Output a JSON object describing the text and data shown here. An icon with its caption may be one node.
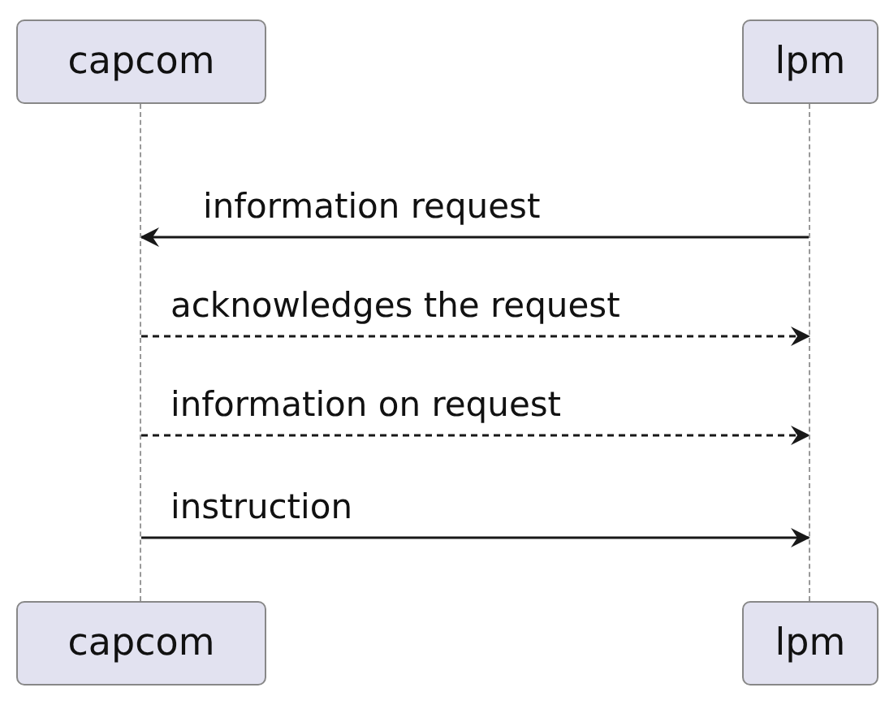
{
  "diagram": {
    "nodes": [
      {
        "text": [
          "capcom"
        ]
      },
      {
        "text": [
          "lpm"
        ]
      },
      {
        "text": [
          "capcom"
        ]
      },
      {
        "text": [
          "lpm"
        ]
      },
      {
        "text": [],
        "shape": "line"
      },
      {
        "text": [],
        "shape": "line"
      }
    ],
    "edges": [
      {
        "from": 5,
        "to": 4,
        "arrow": "to",
        "label": "information request"
      },
      {
        "from": 4,
        "to": 5,
        "arrow": "to",
        "label": "acknowledges the request",
        "style": "dashed"
      },
      {
        "from": 4,
        "to": 5,
        "arrow": "to",
        "label": "information on request",
        "style": "dashed"
      },
      {
        "from": 4,
        "to": 5,
        "arrow": "to",
        "label": "instruction"
      }
    ]
  }
}
